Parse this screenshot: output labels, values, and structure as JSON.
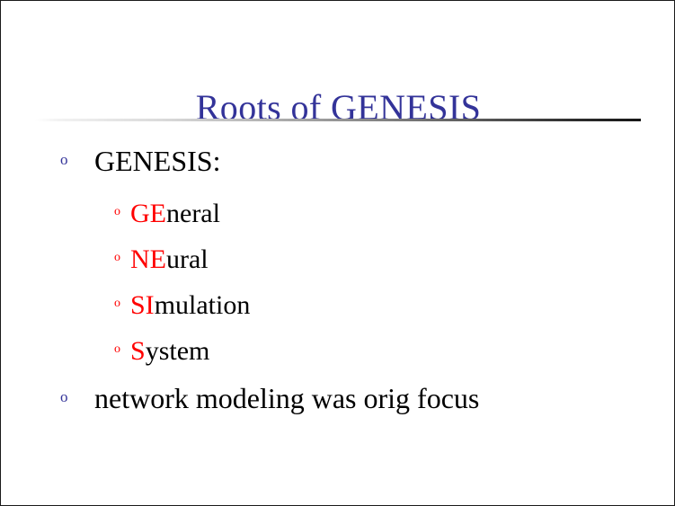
{
  "slide": {
    "title": "Roots of GENESIS",
    "title_color": "#333399",
    "background_color": "#ffffff",
    "border_color": "#1a1a1a",
    "divider": {
      "name": "title-divider",
      "gradient_from": "#ffffff",
      "gradient_to": "#161616"
    },
    "bullet_glyph_level1": "o",
    "bullet_glyph_level2": "o",
    "bullet_color_level1": "#333399",
    "bullet_color_level2": "#ff0000",
    "accent_color": "#ff0000",
    "body_text_color": "#000000",
    "bullets": [
      {
        "level": 1,
        "text": "GENESIS:"
      },
      {
        "level": 2,
        "prefix": "GE",
        "rest": "neral",
        "text": "GEneral"
      },
      {
        "level": 2,
        "prefix": "NE",
        "rest": "ural",
        "text": "NEural"
      },
      {
        "level": 2,
        "prefix": "SI",
        "rest": "mulation",
        "text": "SImulation"
      },
      {
        "level": 2,
        "prefix": "S",
        "rest": "ystem",
        "text": "System"
      },
      {
        "level": 1,
        "text": "network modeling was orig focus"
      }
    ]
  }
}
